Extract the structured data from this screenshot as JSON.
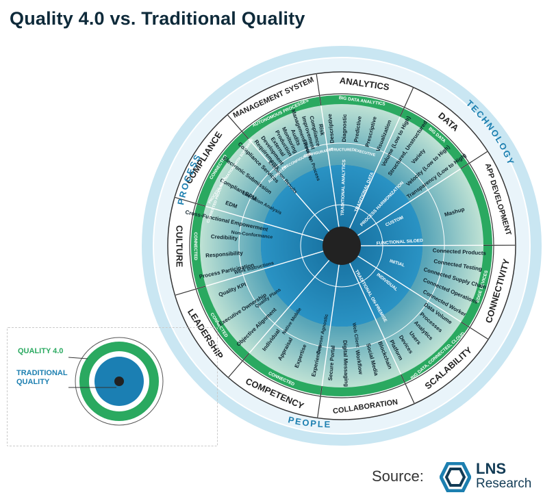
{
  "title": "Quality 4.0 vs. Traditional Quality",
  "colors": {
    "outer_ring": "#bfe1ef",
    "inner_blue": "#1b7fb3",
    "hub": "#222222",
    "connected": "#27a85e",
    "dark_green": "#1e8a4c",
    "pale": "#dff0e8"
  },
  "outer_labels": {
    "process": "PROCESS",
    "technology": "TECHNOLOGY",
    "people": "PEOPLE"
  },
  "axes": [
    {
      "name": "ANALYTICS",
      "band": "BIG DATA ANALYTICS",
      "items": [
        "Descriptive",
        "Diagnostic",
        "Predictive",
        "Prescriptive",
        "Visualization"
      ]
    },
    {
      "name": "DATA",
      "band": "BIG DATA",
      "items": [
        "Volume (Low to High)",
        "Structured, Unstructured",
        "Variety",
        "Velocity (Low to High)",
        "Transparency (Low to High)"
      ]
    },
    {
      "name": "APP DEVELOPMENT",
      "band": "",
      "items": [
        "Mashup"
      ]
    },
    {
      "name": "CONNECTIVITY",
      "band": "EDGE DEVICES",
      "items": [
        "Connected Products",
        "Connected Testing",
        "Connected Supply Chain",
        "Connected Operations",
        "Connected Worker"
      ]
    },
    {
      "name": "SCALABILITY",
      "band": "BIG DATA, CONNECTED, CLOUD",
      "items": [
        "Data Volume",
        "Processes",
        "Analytics",
        "Users",
        "Devices",
        "Platform"
      ]
    },
    {
      "name": "COLLABORATION",
      "band": "",
      "items": [
        "Blockchain",
        "Social Media",
        "Workflow",
        "Digital Messaging",
        "Secure Portal"
      ]
    },
    {
      "name": "COMPETENCY",
      "band": "CONNECTED",
      "items": [
        "Experiences",
        "Expertise",
        "Appraisal",
        "Individual"
      ]
    },
    {
      "name": "LEADERSHIP",
      "band": "CONNECTED",
      "items": [
        "Objective Alignment",
        "Executive Ownership",
        "Quality KPI"
      ]
    },
    {
      "name": "CULTURE",
      "band": "CONNECTED",
      "items": [
        "Process Participation",
        "Responsibility",
        "Credibility",
        "Cross-Functional Empowerment"
      ]
    },
    {
      "name": "COMPLIANCE",
      "band": "CONNECTED",
      "items": [
        "EDM",
        "Compliant BPM",
        "Electronic Submission",
        "Compliance Services"
      ]
    },
    {
      "name": "MANAGEMENT SYSTEM",
      "band": "AUTONOMOUS PROCESSES",
      "items": [
        "Requirements",
        "Development",
        "External",
        "Production",
        "Monitoring",
        "Audits",
        "Management Review",
        "Improvement",
        "Compliance",
        "Risk"
      ]
    }
  ],
  "mid_bands": {
    "connected_processes": "CONNECTED PROCESSES",
    "automation": "PROCESS AUTOMATION WITH SOFTWARE",
    "automated": "AUTOMATED",
    "preconfigured": "PRECONFIGURED",
    "configurable": "CONFIGURABLE",
    "structured": "STRUCTURED",
    "executive": "EXECUTIVE"
  },
  "inner_labels": {
    "traditional_analytics": "TRADITIONAL ANALYTICS",
    "traditional_data": "TRADITIONAL DATA",
    "process_harmonization": "PROCESS HARMONIZATION",
    "custom": "CUSTOM",
    "functional_siloed": "FUNCTIONAL SILOED",
    "initial": "INITIAL",
    "individual": "INDIVIDUAL",
    "traditional_on_premise": "TRADITIONAL ON-PREMISE",
    "web_client": "Web Client",
    "browser_agnostic": "Browser Agnostic",
    "native_mobile": "Native Mobile",
    "quality_plans": "Quality Plans",
    "work_instructions": "Work Instructions",
    "non_conformance": "Non-Conformance",
    "execution_analysis": "Execution Analysis",
    "execution_results": "Execution Results",
    "execution_process": "Execution Process"
  },
  "legend": {
    "quality_4_0": "QUALITY 4.0",
    "traditional_quality": "TRADITIONAL QUALITY"
  },
  "source": {
    "label": "Source:",
    "brand": "LNS",
    "brand_sub": "Research"
  }
}
